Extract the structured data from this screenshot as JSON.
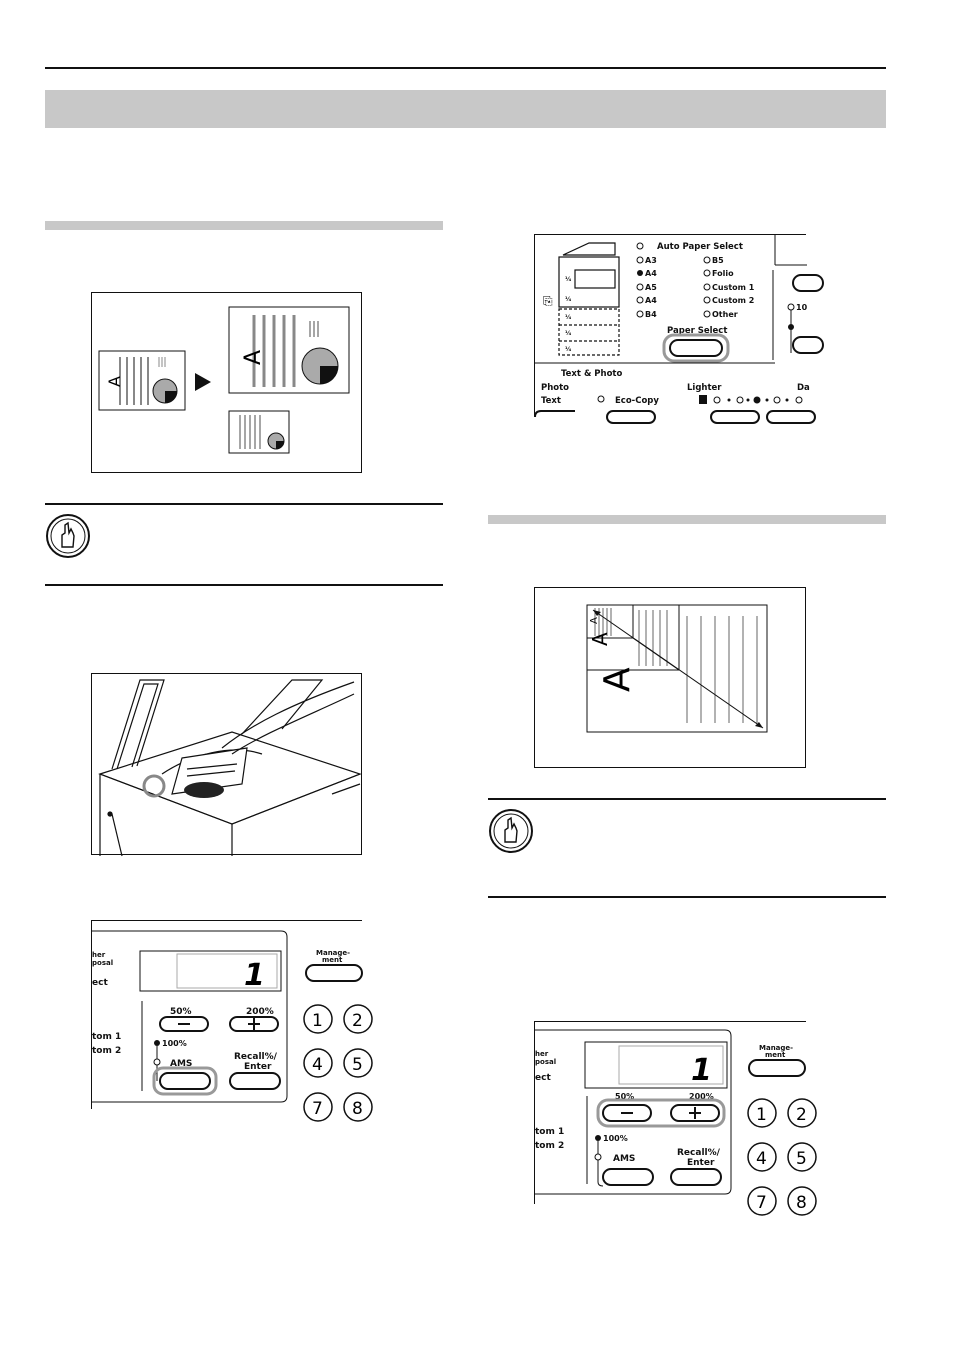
{
  "paper_panel": {
    "auto_paper_select": "Auto Paper Select",
    "sizes_left": [
      "A3",
      "A4",
      "A5",
      "A4",
      "B4"
    ],
    "sizes_right": [
      "B5",
      "Folio",
      "Custom 1",
      "Custom 2",
      "Other"
    ],
    "paper_select": "Paper Select",
    "text_photo": "Text & Photo",
    "photo": "Photo",
    "text": "Text",
    "eco_copy": "Eco-Copy",
    "lighter": "Lighter",
    "darker_partial": "Da",
    "side_partial": "10"
  },
  "zoom_panel": {
    "top_left_partial_1": "her",
    "top_left_partial_2": "posal",
    "select_partial": "ect",
    "custom1_partial": "tom 1",
    "custom2_partial": "tom 2",
    "display_value": "1",
    "management": "Manage-",
    "management_2": "ment",
    "zoom_out_label": "50%",
    "zoom_in_label": "200%",
    "zoom_out_partial": "50%",
    "zoom_in_partial": "200%",
    "preset_100": "100%",
    "ams": "AMS",
    "recall_line1": "Recall%/",
    "recall_line2": "Enter",
    "keys": [
      "1",
      "2",
      "4",
      "5",
      "7",
      "8"
    ]
  },
  "icons": [
    "caution-hand-icon",
    "paper-size-icon",
    "enter-icon",
    "lock-icon"
  ]
}
